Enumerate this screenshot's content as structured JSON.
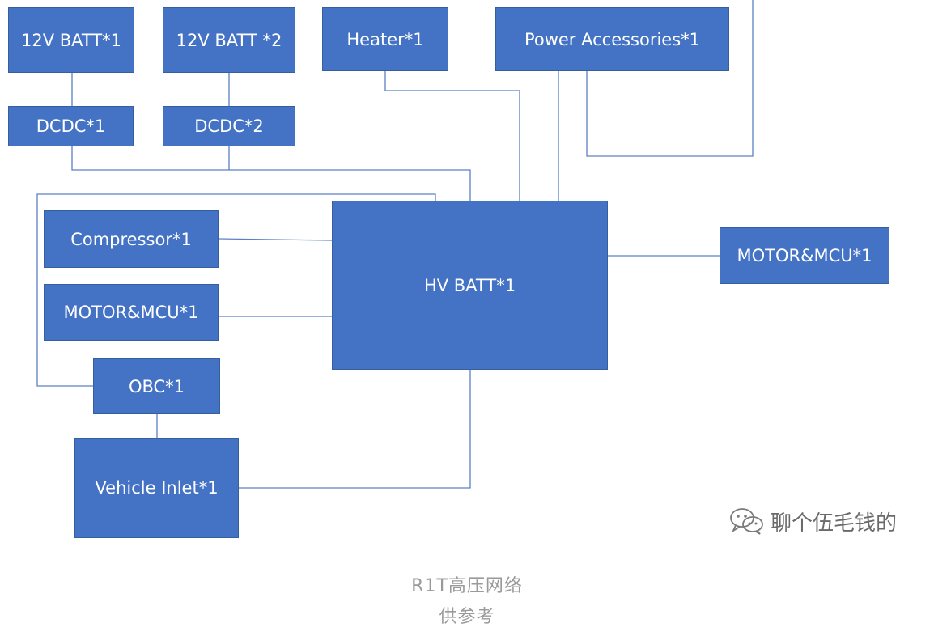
{
  "colors": {
    "box_fill": "#4472c4",
    "wire": "#5b80c4",
    "caption": "#9a9a9a"
  },
  "nodes": {
    "batt12_1": "12V BATT*1",
    "batt12_2": "12V BATT *2",
    "heater": "Heater*1",
    "power_acc": "Power Accessories*1",
    "dcdc1": "DCDC*1",
    "dcdc2": "DCDC*2",
    "compressor": "Compressor*1",
    "hv_batt": "HV BATT*1",
    "motor_right": "MOTOR&MCU*1",
    "motor_left": "MOTOR&MCU*1",
    "obc": "OBC*1",
    "vehicle_inlet": "Vehicle Inlet*1"
  },
  "caption": {
    "line1": "R1T高压网络",
    "line2": "供参考"
  },
  "watermark": {
    "text": "聊个伍毛钱的",
    "icon": "wechat-icon"
  }
}
